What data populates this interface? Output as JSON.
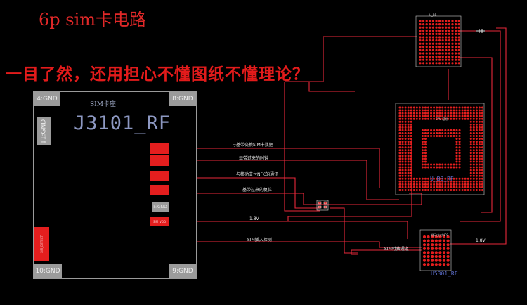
{
  "title": "6p sim卡电路",
  "headline": "一目了然，还用担心不懂图纸不懂理论？",
  "sim_socket": {
    "seat_label": "SIM卡座",
    "ref": "J3101_RF",
    "gnd_pads": [
      "4:GND",
      "8:GND",
      "11:GND",
      "10:GND",
      "9:GND"
    ],
    "pin5": "5:GND",
    "pin6": "SIM_VDD",
    "detect_pin": "SIM_DETECT"
  },
  "nets": [
    "与基带交换SIM卡数据",
    "基带过来的时钟",
    "与移动支付NFC的通讯",
    "基带过来的复位",
    "1.8V",
    "SIM插入检测"
  ],
  "nfc_net": "SIM付费通道",
  "nfc_voltage": "1.8V",
  "chips": {
    "top": "U_BB",
    "main_caption": "CPU 基带",
    "main_ref": "U_BB_RF",
    "nfc_caption": "移动支付NFC",
    "nfc_ref": "U5301_RF"
  },
  "colors": {
    "pad": "#e41e1e",
    "trace": "#e8283a",
    "gnd_pad": "#9b9b9b",
    "label_blue": "#8d98c2",
    "outline_gray": "#9a9a9a"
  }
}
